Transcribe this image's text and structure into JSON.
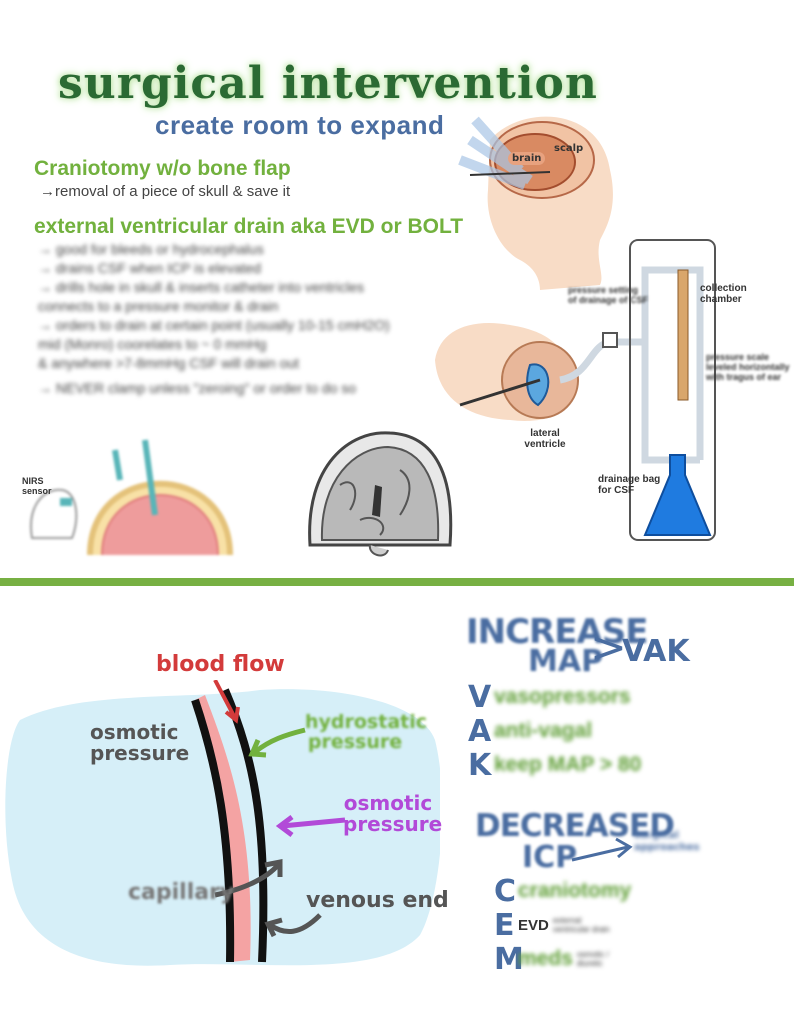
{
  "header": {
    "title": "surgical intervention",
    "subtitle": "create room to expand"
  },
  "craniotomy": {
    "heading": "Craniotomy w/o bone flap",
    "note": "→removal of a piece of skull & save it"
  },
  "evd": {
    "heading": "external ventricular drain aka EVD or BOLT",
    "notes": [
      "→ good for bleeds or hydrocephalus",
      "→ drains CSF when ICP is elevated",
      "→ drills hole in skull & inserts catheter into ventricles",
      "    connects to a pressure monitor & drain",
      "→ orders to drain at certain point (usually 10-15 cmH2O)",
      "    mid (Monro) coorelates to ~ 0 mmHg",
      "    & anywhere >7-8mmHg CSF will drain out",
      "→ NEVER clamp unless \"zeroing\" or order to do so"
    ]
  },
  "brain_labels": {
    "brain": "brain",
    "scalp": "scalp"
  },
  "evd_diagram": {
    "pressure_setting": "pressure setting of drainage of CSF",
    "collection_chamber": "collection chamber",
    "pressure_scale": "pressure scale leveled horizontally with tragus of ear",
    "lateral_ventricle": "lateral ventricle",
    "drainage_bag": "drainage bag for CSF"
  },
  "nirs": {
    "sensor": "NIRS sensor"
  },
  "capillary": {
    "blood_flow": "blood flow",
    "osmotic_left": "osmotic pressure",
    "hydrostatic": "hydrostatic pressure",
    "osmotic_right": "osmotic pressure",
    "capillary": "capillary",
    "venous_end": "venous end"
  },
  "vak": {
    "heading_line1": "INCREASE",
    "heading_line2": "MAP",
    "gt": ">",
    "acronym": "VAK",
    "items": [
      {
        "letter": "V",
        "text": "vasopressors"
      },
      {
        "letter": "A",
        "text": "anti-vagal"
      },
      {
        "letter": "K",
        "text": "keep MAP > 80"
      }
    ]
  },
  "cem": {
    "heading_line1": "DECREASED",
    "heading_line2": "ICP",
    "side_note": "surgical approaches",
    "items": [
      {
        "letter": "C",
        "text": "craniotomy"
      },
      {
        "letter": "E",
        "text": "EVD",
        "small": "external ventricular drain"
      },
      {
        "letter": "M",
        "text": "meds",
        "small": "osmotic / diuretic"
      }
    ]
  },
  "colors": {
    "title_green": "#2b6a33",
    "accent_green": "#77b043",
    "blue_text": "#4a6da1",
    "blood_red": "#d33b3b",
    "osmotic_purple": "#b24ad8",
    "fluid_blue": "#d6eff8",
    "vessel_pink": "#f4a3a3",
    "flask_blue": "#1f7be0"
  }
}
